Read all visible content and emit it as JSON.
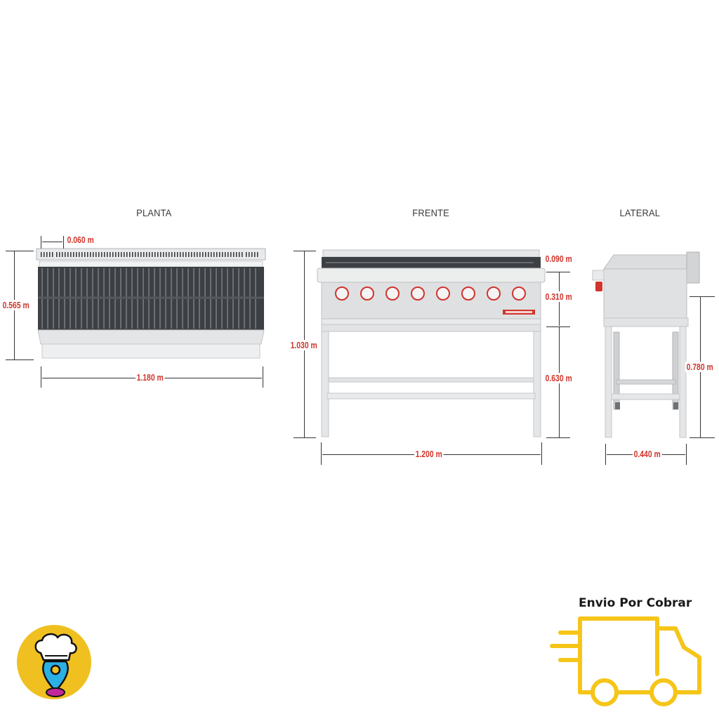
{
  "views": {
    "planta": {
      "title": "PLANTA",
      "dimensions": {
        "offset": "0.060 m",
        "depth": "0.565 m",
        "width": "1.180 m"
      }
    },
    "frente": {
      "title": "FRENTE",
      "dimensions": {
        "grill_height": "0.090 m",
        "body_height": "0.310 m",
        "stand_height": "0.630 m",
        "total_height": "1.030 m",
        "width": "1.200 m"
      },
      "knob_count": 8
    },
    "lateral": {
      "title": "LATERAL",
      "dimensions": {
        "height": "0.780 m",
        "depth": "0.440 m"
      }
    }
  },
  "shipping": {
    "label": "Envio Por Cobrar",
    "icon": "delivery-truck-icon"
  },
  "logo": {
    "icon": "chef-hat-location-pin-icon"
  },
  "colors": {
    "dimension_red": "#d0342c",
    "accent_yellow": "#f5c518",
    "logo_yellow": "#f0c020",
    "logo_blue": "#2bb0e6",
    "logo_magenta": "#c2279a",
    "steel": "#d9dadc",
    "grate": "#3c3f44"
  }
}
